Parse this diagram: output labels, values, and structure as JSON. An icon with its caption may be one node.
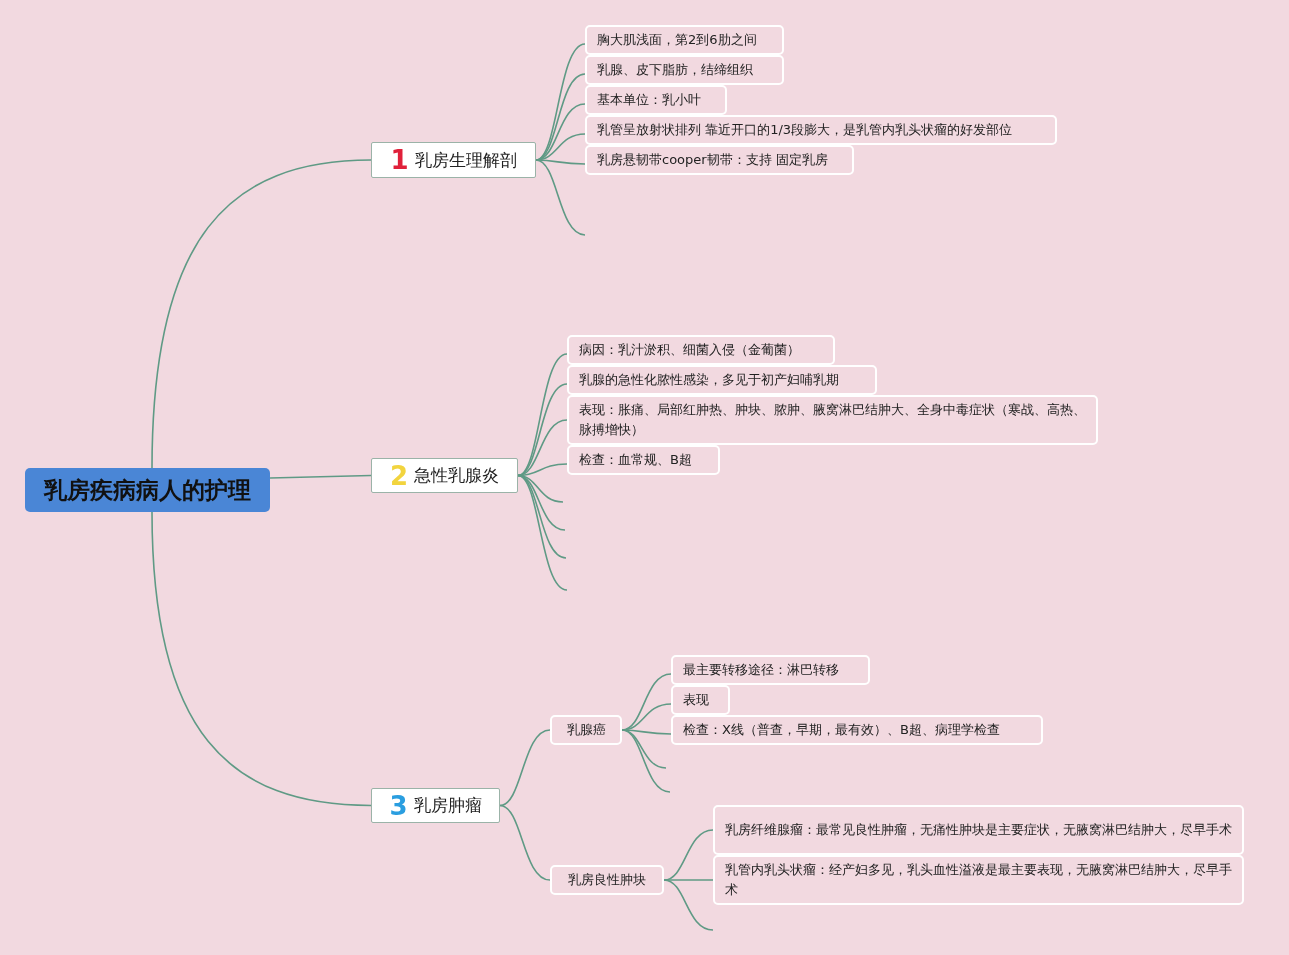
{
  "diagram": {
    "nodes": [
      {
        "text": [
          "乳房疾病病人的护理"
        ]
      },
      {
        "text": [
          "1",
          "乳房生理解剖"
        ]
      },
      {
        "text": [
          "胸大肌浅面，第2到6肋之间"
        ]
      },
      {
        "text": [
          "乳腺、皮下脂肪，结缔组织"
        ]
      },
      {
        "text": [
          "基本单位：乳小叶"
        ]
      },
      {
        "text": [
          "乳管呈放射状排列 靠近开口的1/3段膨大，是乳管内乳头状瘤的好发部位"
        ]
      },
      {
        "text": [
          "乳房悬韧带cooper韧带：支持 固定乳房"
        ]
      },
      {
        "text": [
          "2",
          "急性乳腺炎"
        ]
      },
      {
        "text": [
          "病因：乳汁淤积、细菌入侵（金葡菌）"
        ]
      },
      {
        "text": [
          "乳腺的急性化脓性感染，多见于初产妇哺乳期"
        ]
      },
      {
        "text": [
          "表现：胀痛、局部红肿热、肿块、脓肿、腋窝淋巴结肿大、全身中毒症状（寒战、高热、脉搏增快）"
        ]
      },
      {
        "text": [
          "检查：血常规、B超"
        ]
      },
      {
        "text": [
          "3",
          "乳房肿瘤"
        ]
      },
      {
        "text": [
          "乳腺癌"
        ]
      },
      {
        "text": [
          "最主要转移途径：淋巴转移"
        ]
      },
      {
        "text": [
          "表现"
        ]
      },
      {
        "text": [
          "检查：X线（普查，早期，最有效）、B超、病理学检查"
        ]
      },
      {
        "text": [
          "乳房良性肿块"
        ]
      },
      {
        "text": [
          "乳房纤维腺瘤：最常见良性肿瘤，无痛性肿块是主要症状，无腋窝淋巴结肿大，尽早手术"
        ]
      },
      {
        "text": [
          "乳管内乳头状瘤：经产妇多见，乳头血性溢液是最主要表现，无腋窝淋巴结肿大，尽早手术"
        ]
      }
    ],
    "edges": [
      {
        "from": 0,
        "to": 1,
        "arrow": "none"
      },
      {
        "from": 0,
        "to": 7,
        "arrow": "none"
      },
      {
        "from": 0,
        "to": 12,
        "arrow": "none"
      },
      {
        "from": 1,
        "to": 2,
        "arrow": "none"
      },
      {
        "from": 1,
        "to": 3,
        "arrow": "none"
      },
      {
        "from": 1,
        "to": 4,
        "arrow": "none"
      },
      {
        "from": 1,
        "to": 5,
        "arrow": "none"
      },
      {
        "from": 1,
        "to": 6,
        "arrow": "none"
      },
      {
        "from": 1,
        "to": null,
        "arrow": "none"
      },
      {
        "from": 7,
        "to": 8,
        "arrow": "none"
      },
      {
        "from": 7,
        "to": 9,
        "arrow": "none"
      },
      {
        "from": 7,
        "to": 10,
        "arrow": "none"
      },
      {
        "from": 7,
        "to": 11,
        "arrow": "none"
      },
      {
        "from": 7,
        "to": null,
        "arrow": "none"
      },
      {
        "from": 7,
        "to": null,
        "arrow": "none"
      },
      {
        "from": 7,
        "to": null,
        "arrow": "none"
      },
      {
        "from": 7,
        "to": null,
        "arrow": "none"
      },
      {
        "from": 12,
        "to": 13,
        "arrow": "none"
      },
      {
        "from": 12,
        "to": 17,
        "arrow": "none"
      },
      {
        "from": 13,
        "to": 14,
        "arrow": "none"
      },
      {
        "from": 13,
        "to": 15,
        "arrow": "none"
      },
      {
        "from": 13,
        "to": 16,
        "arrow": "none"
      },
      {
        "from": 13,
        "to": null,
        "arrow": "none"
      },
      {
        "from": 13,
        "to": null,
        "arrow": "none"
      },
      {
        "from": 17,
        "to": 18,
        "arrow": "none"
      },
      {
        "from": 17,
        "to": 19,
        "arrow": "none"
      },
      {
        "from": 17,
        "to": null,
        "arrow": "none"
      }
    ]
  }
}
